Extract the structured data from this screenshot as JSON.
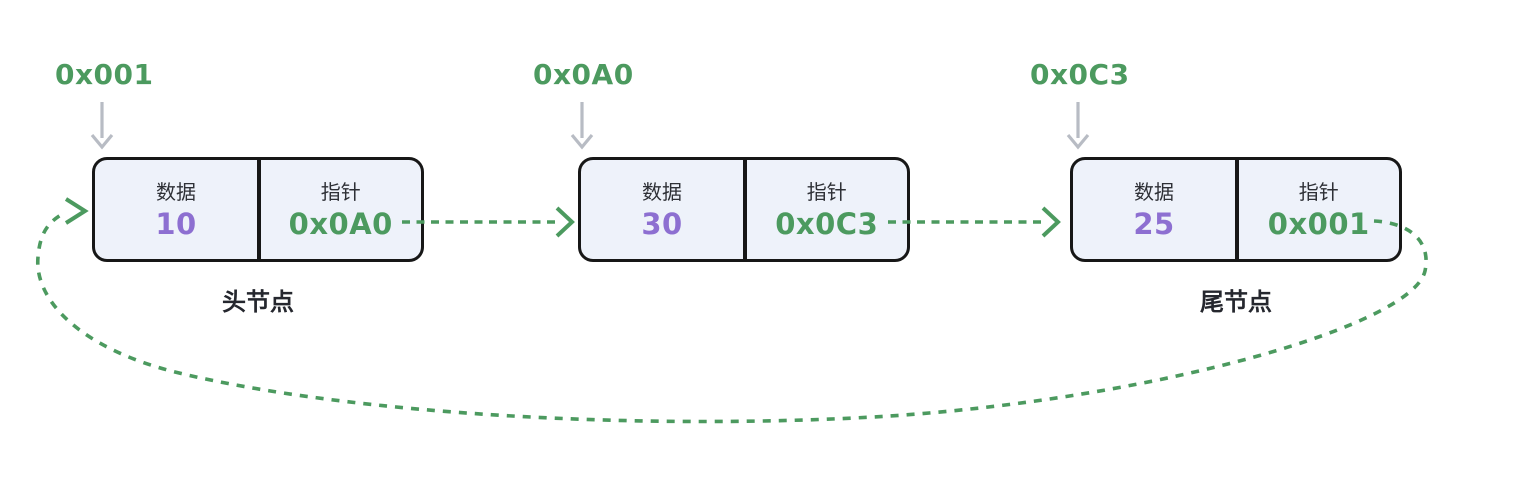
{
  "diagram_type": "circular-linked-list",
  "colors": {
    "green": "#4c9a5f",
    "purple": "#8d6fd1",
    "node_fill": "#eef2fa",
    "node_border": "#171717",
    "gray_arrow": "#b8bcc4",
    "text_dark": "#25272e",
    "label_dark": "#2e3036",
    "bg": "#ffffff"
  },
  "nodes": [
    {
      "address": "0x001",
      "data_label": "数据",
      "data_value": "10",
      "pointer_label": "指针",
      "pointer_value": "0x0A0",
      "caption": "头节点"
    },
    {
      "address": "0x0A0",
      "data_label": "数据",
      "data_value": "30",
      "pointer_label": "指针",
      "pointer_value": "0x0C3",
      "caption": ""
    },
    {
      "address": "0x0C3",
      "data_label": "数据",
      "data_value": "25",
      "pointer_label": "指针",
      "pointer_value": "0x001",
      "caption": "尾节点"
    }
  ],
  "icons": {
    "address_arrow": "gray-down-arrow",
    "next_pointer_arrow": "green-dashed-right-arrow",
    "loopback_arrow": "green-dashed-loop-arrow"
  }
}
